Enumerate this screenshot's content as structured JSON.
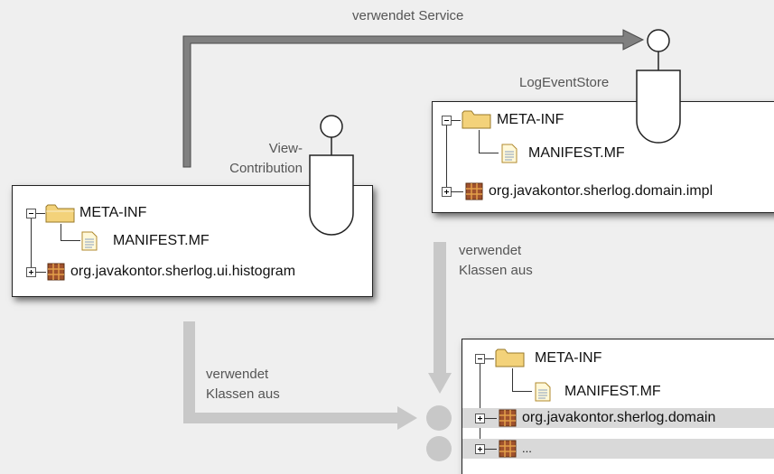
{
  "labels": {
    "uses_service": "verwendet Service",
    "log_event_store": "LogEventStore",
    "view_contribution_1": "View-",
    "view_contribution_2": "Contribution",
    "uses_classes_right_1": "verwendet",
    "uses_classes_right_2": "Klassen aus",
    "uses_classes_left_1": "verwendet",
    "uses_classes_left_2": "Klassen aus"
  },
  "histogram_bundle": {
    "folder": "META-INF",
    "manifest": "MANIFEST.MF",
    "package": "org.javakontor.sherlog.ui.histogram"
  },
  "impl_bundle": {
    "folder": "META-INF",
    "manifest": "MANIFEST.MF",
    "package": "org.javakontor.sherlog.domain.impl"
  },
  "domain_bundle": {
    "folder": "META-INF",
    "manifest": "MANIFEST.MF",
    "package": "org.javakontor.sherlog.domain",
    "more": "..."
  },
  "colors": {
    "service_arrow": "#808080",
    "dependency_arrow": "#c8c8c8",
    "folder": "#f3d27a",
    "package": "#a0522d"
  },
  "icons": [
    "folder-icon",
    "manifest-file-icon",
    "package-icon",
    "collapse-icon",
    "expand-icon",
    "service-socket-icon"
  ]
}
